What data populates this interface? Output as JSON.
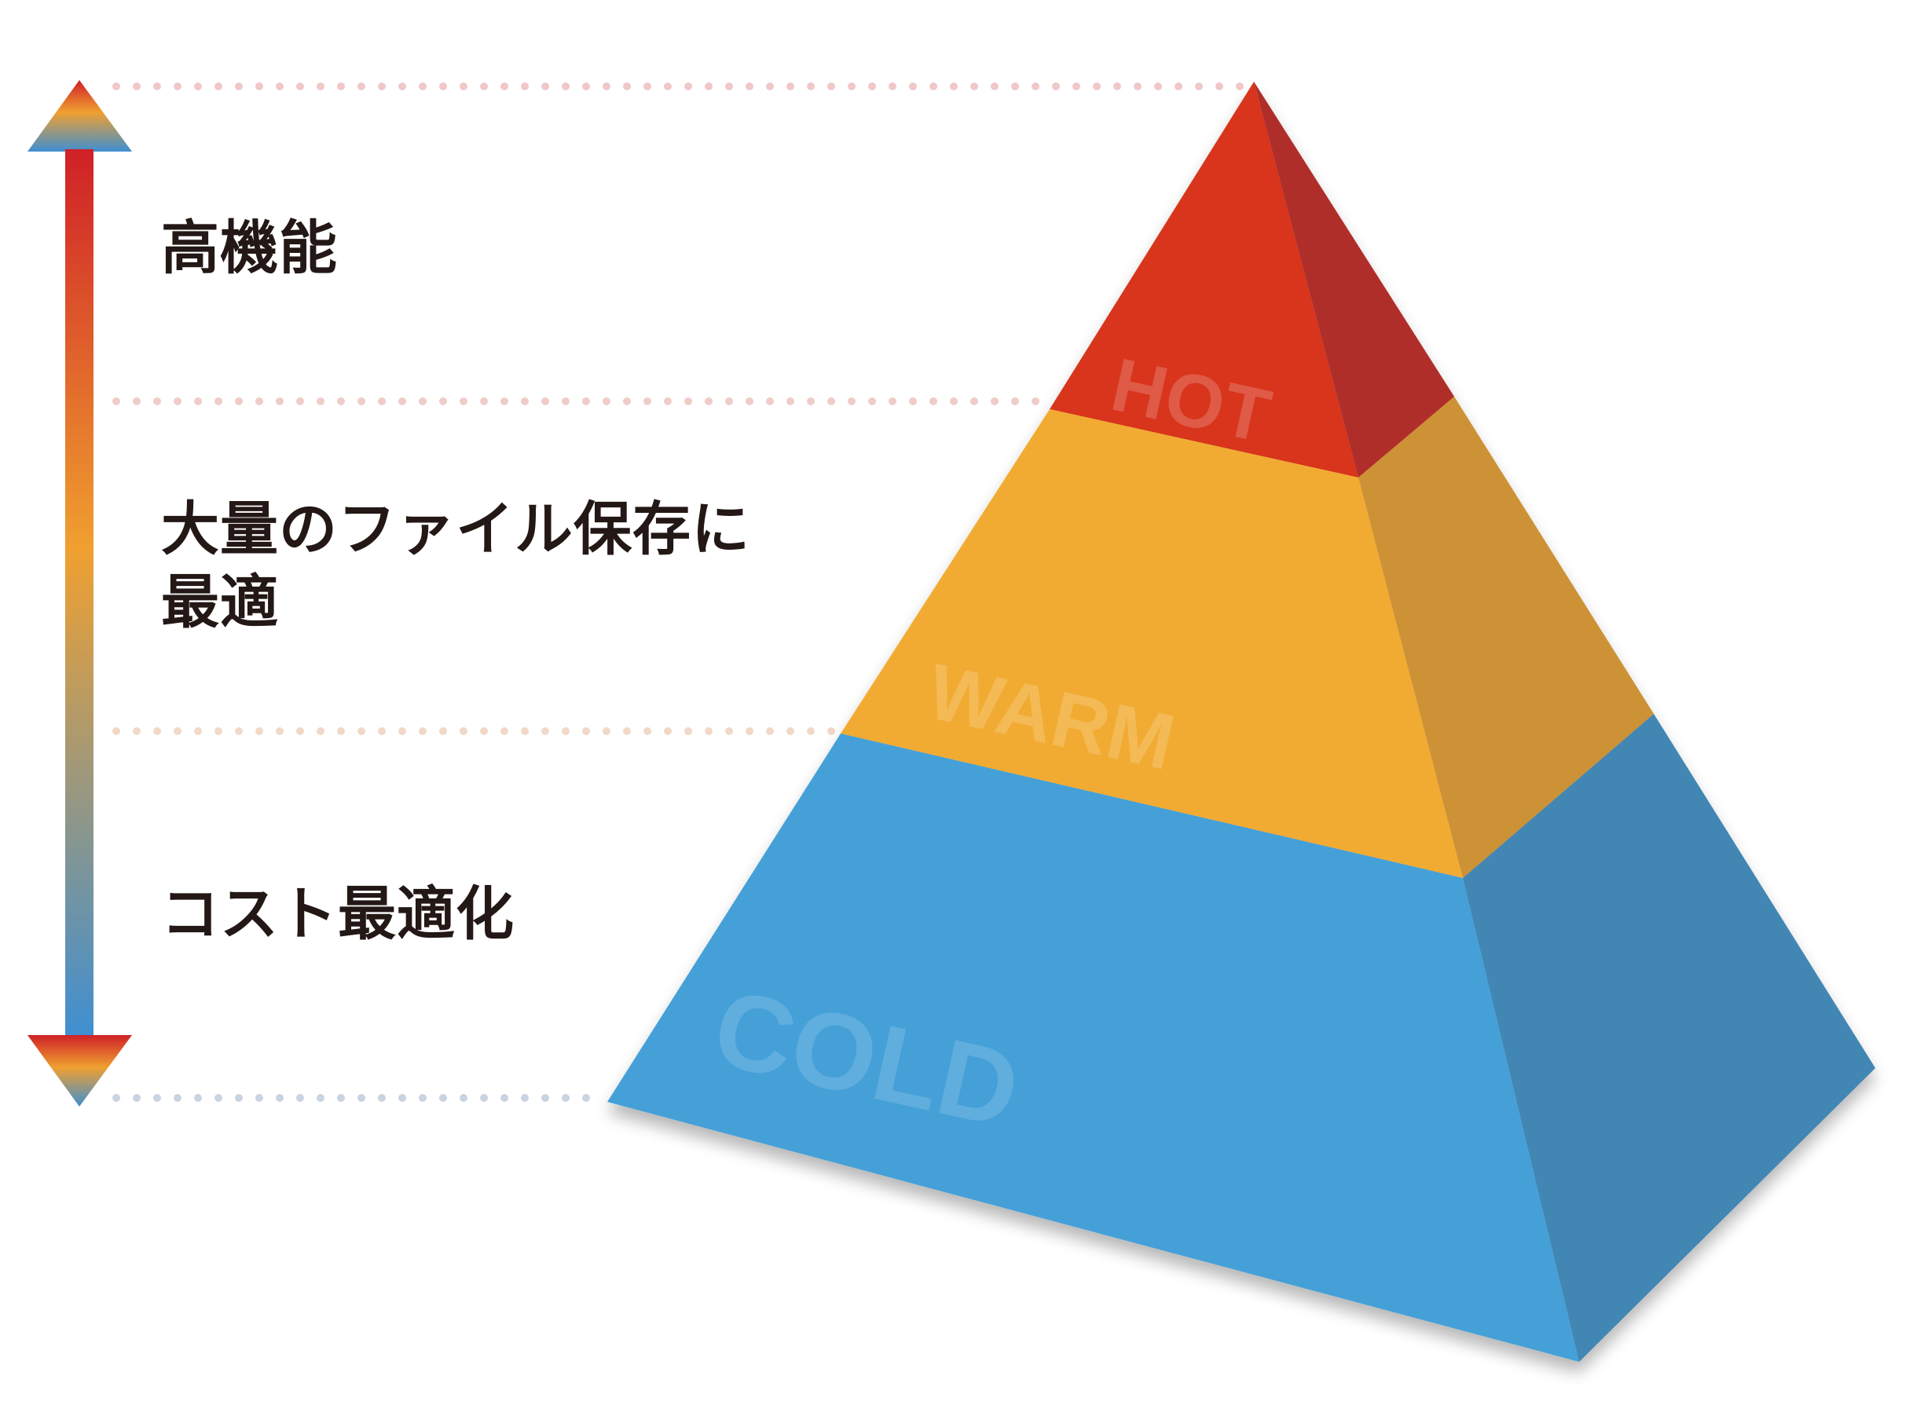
{
  "levels": [
    {
      "id": "hot",
      "layer_name": "HOT",
      "description_lines": [
        "高機能"
      ],
      "color_front": "#d8361f",
      "color_side": "#b02e2c"
    },
    {
      "id": "warm",
      "layer_name": "WARM",
      "description_lines": [
        "大量のファイル保存に",
        "最適"
      ],
      "color_front": "#f2ab33",
      "color_side": "#cc9236"
    },
    {
      "id": "cold",
      "layer_name": "COLD",
      "description_lines": [
        "コスト最適化"
      ],
      "color_front": "#44a0d8",
      "color_side": "#4286b4"
    }
  ],
  "arrow": {
    "direction": "bidirectional-vertical",
    "color_top": "#cf2027",
    "color_middle": "#f0a030",
    "color_bottom": "#3f8fd2"
  },
  "guide_lines": {
    "style": "dotted",
    "color_top": "#f0c8c8",
    "color_bottom": "#c8d4e0"
  }
}
